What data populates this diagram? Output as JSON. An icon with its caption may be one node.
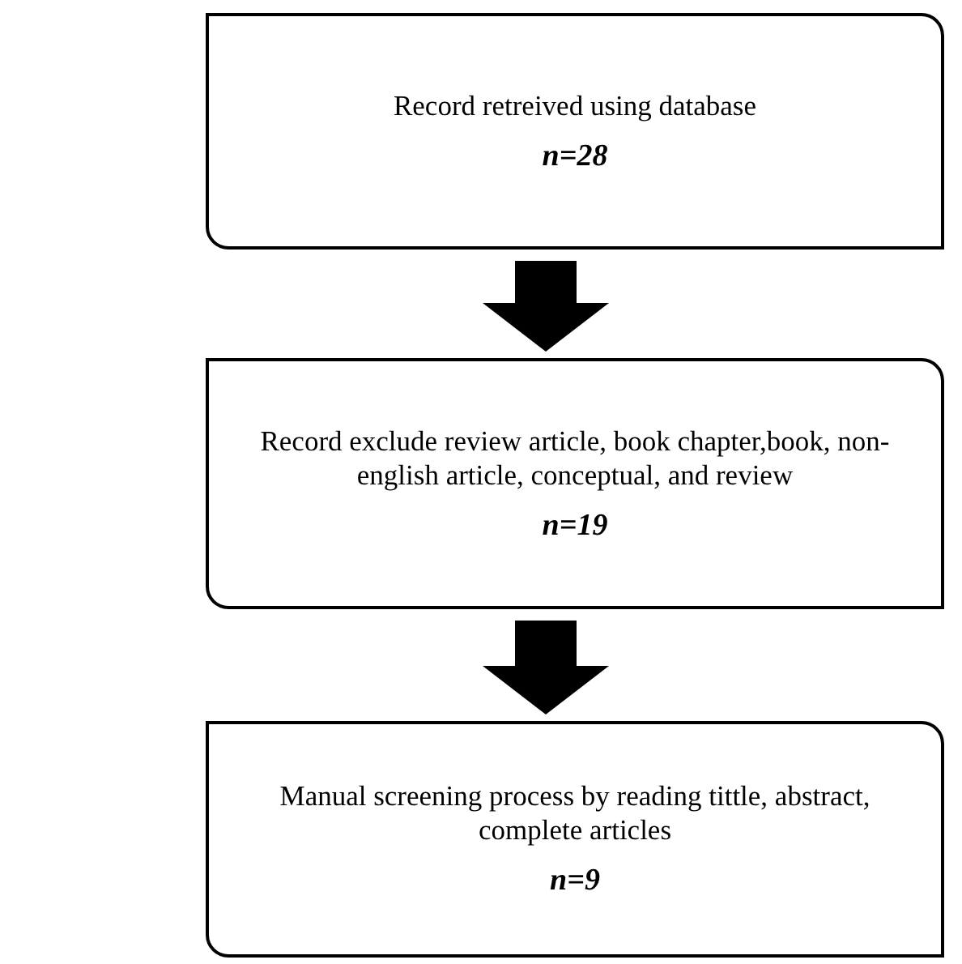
{
  "diagram": {
    "nodes": [
      {
        "text": [
          "Record retreived using database",
          "n=28"
        ]
      },
      {
        "text": [
          "Record exclude review article, book chapter,book, non-english article, conceptual, and review",
          "n=19"
        ]
      },
      {
        "text": [
          "Manual screening process by reading tittle, abstract, complete articles",
          "n=9"
        ]
      }
    ],
    "edges": [
      {
        "from": 0,
        "to": 1,
        "arrow": "to"
      },
      {
        "from": 1,
        "to": 2,
        "arrow": "to"
      }
    ]
  }
}
